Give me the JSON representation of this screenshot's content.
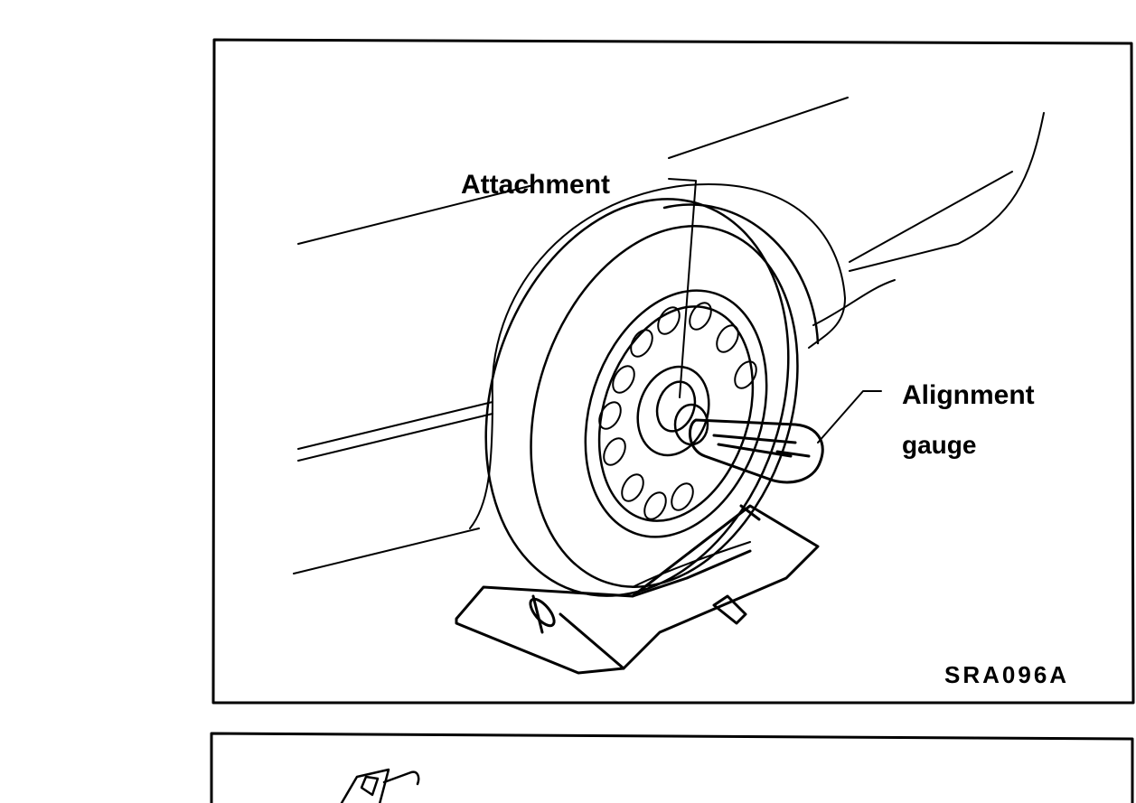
{
  "figure_top": {
    "labels": {
      "attachment": "Attachment",
      "alignment_gauge_line1": "Alignment",
      "alignment_gauge_line2": "gauge"
    },
    "figure_code": "SRA096A"
  },
  "colors": {
    "ink": "#000000",
    "paper": "#ffffff"
  }
}
